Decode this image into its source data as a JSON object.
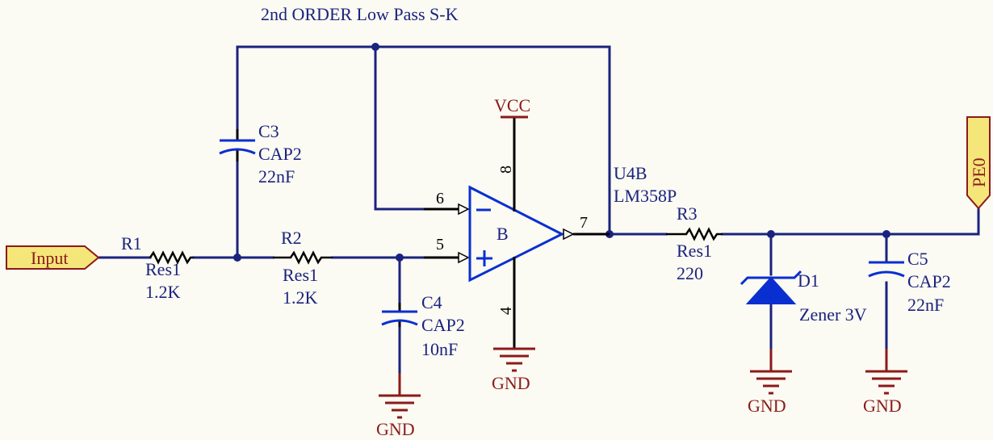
{
  "title": "2nd ORDER Low Pass S-K",
  "colors": {
    "wire": "#1a237e",
    "component": "#0a2fd0",
    "power": "#8b1a1a",
    "port_fill": "#f5e67a"
  },
  "ports": {
    "input": "Input",
    "output": "PE0"
  },
  "power": {
    "vcc": "VCC",
    "gnd": "GND"
  },
  "opamp": {
    "unit": "B",
    "designator": "U4B",
    "part": "LM358P",
    "pin_inv": "6",
    "pin_noninv": "5",
    "pin_out": "7",
    "pin_vcc": "8",
    "pin_gnd": "4"
  },
  "components": {
    "r1": {
      "designator": "R1",
      "type": "Res1",
      "value": "1.2K"
    },
    "r2": {
      "designator": "R2",
      "type": "Res1",
      "value": "1.2K"
    },
    "r3": {
      "designator": "R3",
      "type": "Res1",
      "value": "220"
    },
    "c3": {
      "designator": "C3",
      "type": "CAP2",
      "value": "22nF"
    },
    "c4": {
      "designator": "C4",
      "type": "CAP2",
      "value": "10nF"
    },
    "c5": {
      "designator": "C5",
      "type": "CAP2",
      "value": "22nF"
    },
    "d1": {
      "designator": "D1",
      "type": "Zener 3V"
    }
  }
}
